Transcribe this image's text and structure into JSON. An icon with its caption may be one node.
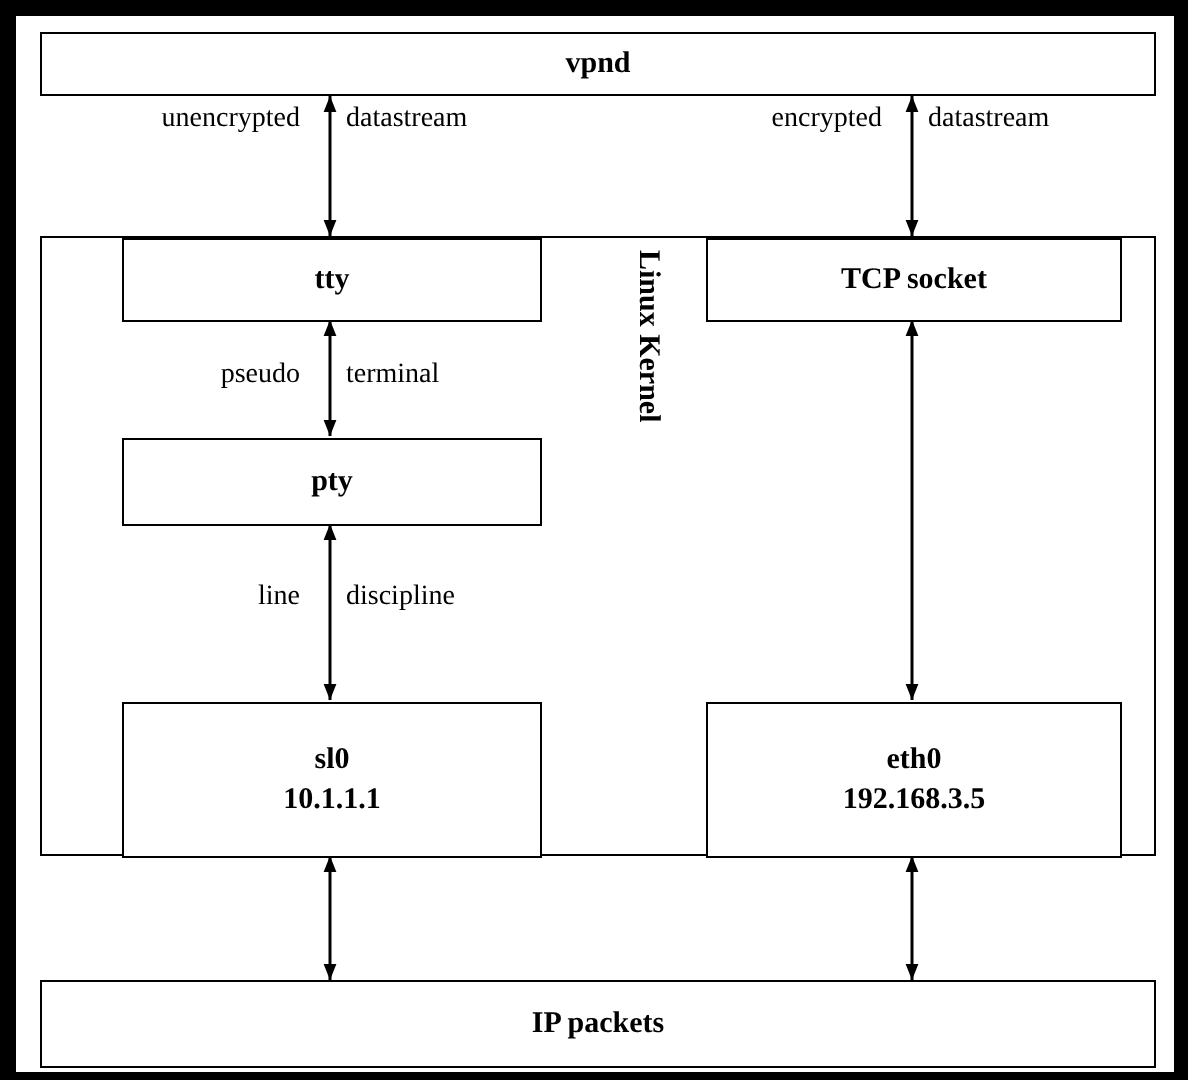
{
  "diagram": {
    "nodes": [
      {
        "text": [
          "vpnd"
        ]
      },
      {
        "text": [
          "Linux Kernel"
        ]
      },
      {
        "text": [
          "tty"
        ],
        "in": 1
      },
      {
        "text": [
          "TCP socket"
        ],
        "in": 1
      },
      {
        "text": [
          "pty"
        ],
        "in": 1
      },
      {
        "text": [
          "sl0",
          "10.1.1.1"
        ],
        "in": 1
      },
      {
        "text": [
          "eth0",
          "192.168.3.5"
        ],
        "in": 1
      },
      {
        "text": [
          "IP packets"
        ]
      }
    ],
    "edges": [
      {
        "from": 0,
        "to": 2,
        "arrow": "both"
      },
      {
        "from": 0,
        "to": 3,
        "arrow": "both"
      },
      {
        "from": 2,
        "to": 4,
        "arrow": "both"
      },
      {
        "from": 4,
        "to": 5,
        "arrow": "both"
      },
      {
        "from": 3,
        "to": 6,
        "arrow": "both"
      },
      {
        "from": 5,
        "to": 7,
        "arrow": "both"
      },
      {
        "from": 6,
        "to": 7,
        "arrow": "both"
      }
    ],
    "labels": [
      "unencrypted",
      "datastream",
      "encrypted",
      "datastream",
      "pseudo",
      "terminal",
      "line",
      "discipline"
    ]
  }
}
